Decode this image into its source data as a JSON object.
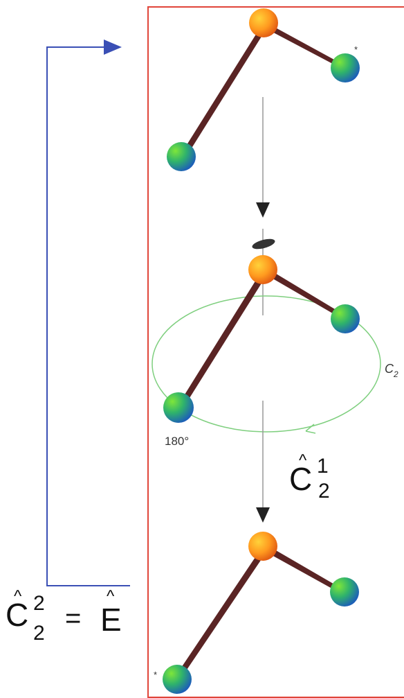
{
  "colors": {
    "frame": "#e0453a",
    "bracket": "#3a4fb5",
    "bond": "#5a2424",
    "orbit": "#7fcf7f",
    "axis": "#999999",
    "arrow": "#222222"
  },
  "labels": {
    "angle": "180°",
    "axis_label_main": "C",
    "axis_label_sub": "2",
    "c2_one": {
      "hat": "^",
      "main": "C",
      "sup": "1",
      "sub": "2"
    },
    "c2_two": {
      "hat": "^",
      "main": "C",
      "sup": "2",
      "sub": "2",
      "eq": "=",
      "e_hat": "^",
      "e_main": "E"
    },
    "marker_top": "*",
    "marker_bottom": "*"
  },
  "molecules": [
    {
      "name": "initial",
      "central": "orange",
      "ligand_color": "green-blue"
    },
    {
      "name": "rotating",
      "central": "orange",
      "ligand_color": "green-blue"
    },
    {
      "name": "rotated",
      "central": "orange",
      "ligand_color": "green-blue"
    }
  ]
}
